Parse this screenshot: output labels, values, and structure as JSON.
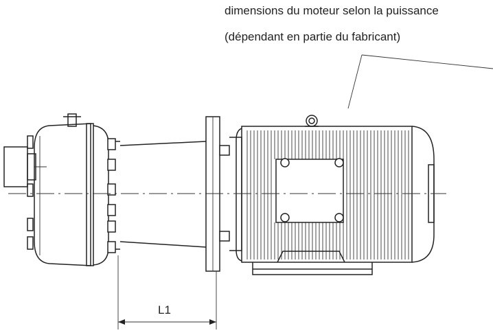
{
  "annotation": {
    "line1": "dimensions du moteur selon la puissance",
    "line2": "(dépendant en partie du fabricant)"
  },
  "dimension": {
    "label": "L1"
  }
}
